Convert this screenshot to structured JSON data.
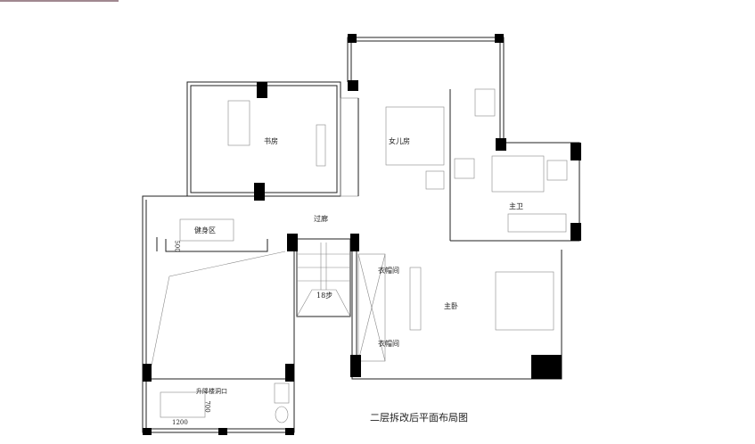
{
  "rooms": {
    "study": "书房",
    "daughter_room": "女儿房",
    "corridor": "过廊",
    "gym": "健身区",
    "master_bath": "主卫",
    "closet_top": "衣帽间",
    "closet_bottom": "衣帽间",
    "master_bedroom": "主卧",
    "stairs": "18步",
    "lift_opening": "升降楼洞口"
  },
  "dimensions": {
    "lift_width": "1200",
    "lift_depth": "700",
    "gym_step": "500"
  },
  "title": "二层拆改后平面布局图"
}
